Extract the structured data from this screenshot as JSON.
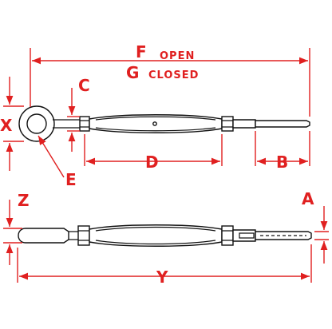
{
  "labels": {
    "f": "F",
    "open": "OPEN",
    "g": "G",
    "closed": "CLOSED",
    "c": "C",
    "x": "X",
    "d": "D",
    "b": "B",
    "e": "E",
    "z": "Z",
    "a": "A",
    "y": "Y"
  },
  "colors": {
    "dimension": "#e02020",
    "outline": "#111111"
  }
}
